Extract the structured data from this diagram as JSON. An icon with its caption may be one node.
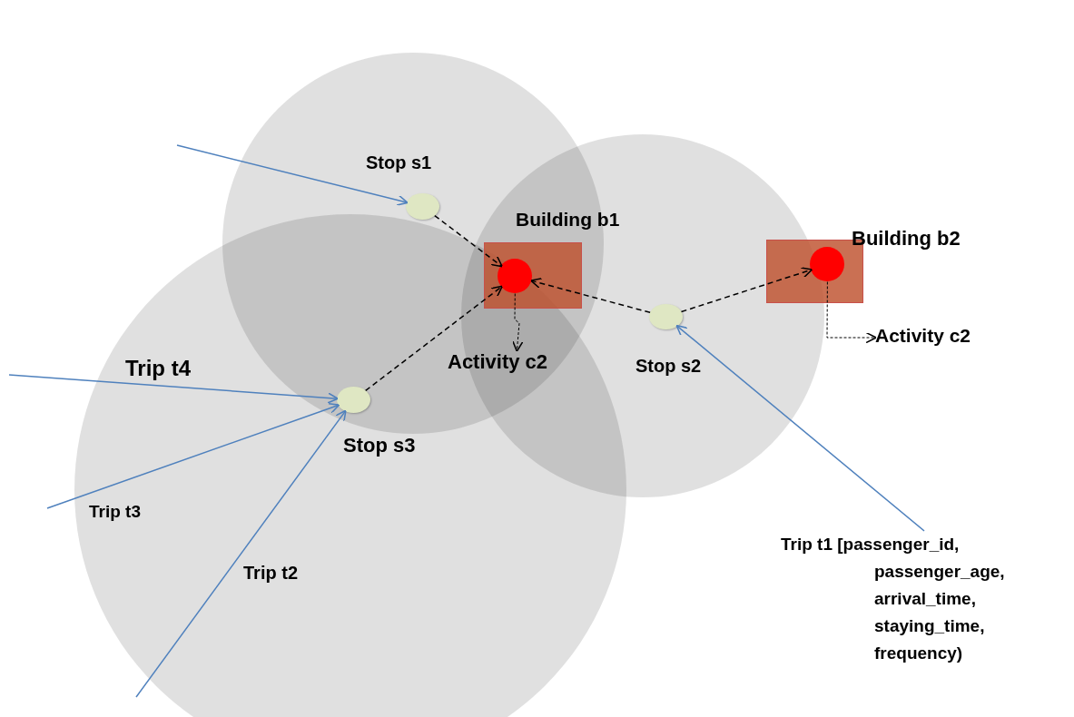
{
  "diagram": {
    "nodes": [
      {
        "text": [],
        "shape": "circle",
        "beside": [
          "Stop s1"
        ]
      },
      {
        "text": [],
        "shape": "box",
        "beside": [
          "Building b1"
        ]
      },
      {
        "text": [],
        "shape": "circle",
        "in": 1
      },
      {
        "text": [
          "Activity c2"
        ]
      },
      {
        "text": [],
        "shape": "circle",
        "beside": [
          "Stop s2"
        ]
      },
      {
        "text": [],
        "shape": "box",
        "beside": [
          "Building b2"
        ]
      },
      {
        "text": [],
        "shape": "circle",
        "in": 5
      },
      {
        "text": [
          "Activity c2"
        ]
      },
      {
        "text": [],
        "shape": "circle",
        "beside": [
          "Stop s3"
        ]
      },
      {
        "text": [
          "Trip t1 [passenger_id, passenger_age, arrival_time, staying_time, frequency)"
        ]
      }
    ],
    "edges": [
      {
        "from": null,
        "to": 0,
        "arrow": "to",
        "color": "#4f81bd"
      },
      {
        "from": 0,
        "to": 2,
        "arrow": "to",
        "style": "dashed"
      },
      {
        "from": 8,
        "to": 2,
        "arrow": "to",
        "style": "dashed"
      },
      {
        "from": 4,
        "to": 2,
        "arrow": "to",
        "style": "dashed"
      },
      {
        "from": 4,
        "to": 6,
        "arrow": "to",
        "style": "dashed"
      },
      {
        "from": 2,
        "to": 3,
        "arrow": "to",
        "style": "dashed"
      },
      {
        "from": 6,
        "to": 7,
        "arrow": "to",
        "style": "dashed"
      },
      {
        "from": null,
        "to": 8,
        "arrow": "to",
        "label": "Trip t4",
        "color": "#4f81bd"
      },
      {
        "from": null,
        "to": 8,
        "arrow": "to",
        "label": "Trip t3",
        "color": "#4f81bd"
      },
      {
        "from": null,
        "to": 8,
        "arrow": "to",
        "label": "Trip t2",
        "color": "#4f81bd"
      },
      {
        "from": 9,
        "to": 4,
        "arrow": "to",
        "color": "#4f81bd"
      }
    ]
  }
}
